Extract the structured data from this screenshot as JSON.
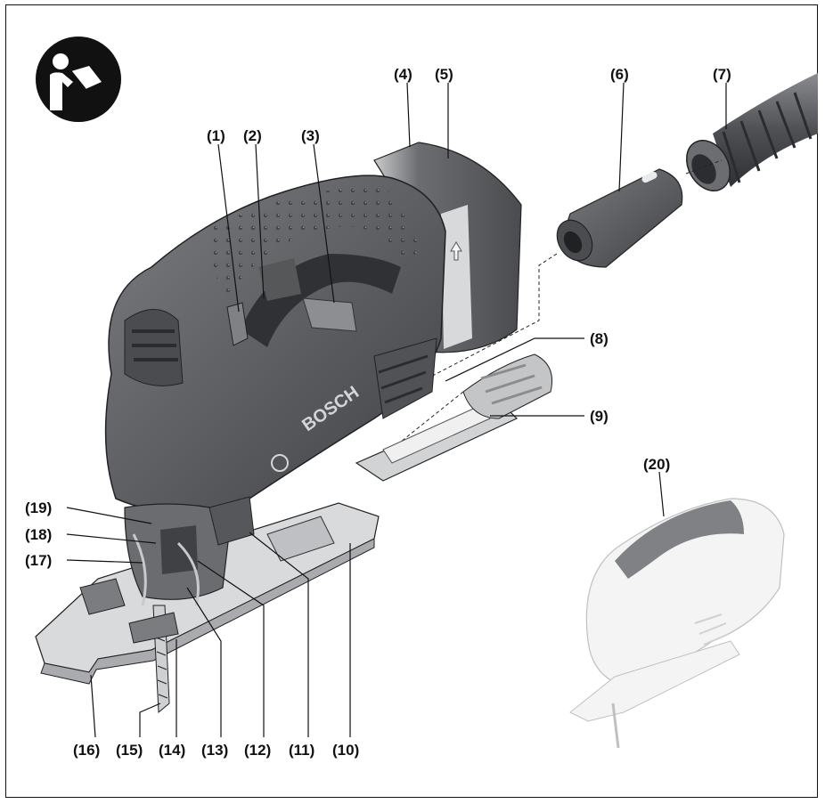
{
  "callouts": {
    "c1": "(1)",
    "c2": "(2)",
    "c3": "(3)",
    "c4": "(4)",
    "c5": "(5)",
    "c6": "(6)",
    "c7": "(7)",
    "c8": "(8)",
    "c9": "(9)",
    "c10": "(10)",
    "c11": "(11)",
    "c12": "(12)",
    "c13": "(13)",
    "c14": "(14)",
    "c15": "(15)",
    "c16": "(16)",
    "c17": "(17)",
    "c18": "(18)",
    "c19": "(19)",
    "c20": "(20)"
  },
  "brand_text": "BOSCH",
  "icons": {
    "manual": "read-manual-icon"
  },
  "colors": {
    "tool_body": "#5f6164",
    "tool_dark": "#3e4043",
    "tool_light": "#9a9ca0",
    "line": "#111111"
  }
}
